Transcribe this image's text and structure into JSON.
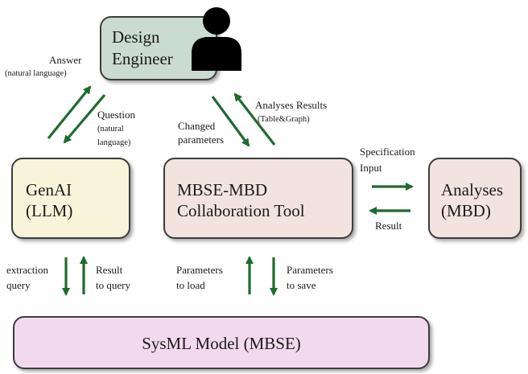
{
  "colors": {
    "design_engineer_fill": "#c9dbd2",
    "genai_fill": "#f7f4d9",
    "tool_fill": "#f3e3de",
    "analyses_fill": "#f3e3de",
    "sysml_fill": "#f2d9f0",
    "arrow": "#1f6b2f",
    "person_icon": "#000000"
  },
  "nodes": {
    "design_engineer": {
      "line1": "Design",
      "line2": "Engineer",
      "icon": "person-icon"
    },
    "genai": {
      "line1": "GenAI",
      "line2": "(LLM)"
    },
    "tool": {
      "line1": "MBSE-MBD",
      "line2": "Collaboration Tool"
    },
    "analyses": {
      "line1": "Analyses",
      "line2": "(MBD)"
    },
    "sysml": {
      "label": "SysML Model (MBSE)"
    }
  },
  "edge_labels": {
    "answer": "Answer",
    "answer_sub": "(natural language)",
    "question": "Question",
    "question_sub1": "(natural",
    "question_sub2": "language)",
    "changed_params1": "Changed",
    "changed_params2": "parameters",
    "analyses_results": "Analyses Results",
    "analyses_results_sub": "(Table&Graph)",
    "spec_input1": "Specification",
    "spec_input2": "Input",
    "result": "Result",
    "extraction1": "extraction",
    "extraction2": "query",
    "result_query1": "Result",
    "result_query2": "to query",
    "params_load1": "Parameters",
    "params_load2": "to load",
    "params_save1": "Parameters",
    "params_save2": "to save"
  }
}
